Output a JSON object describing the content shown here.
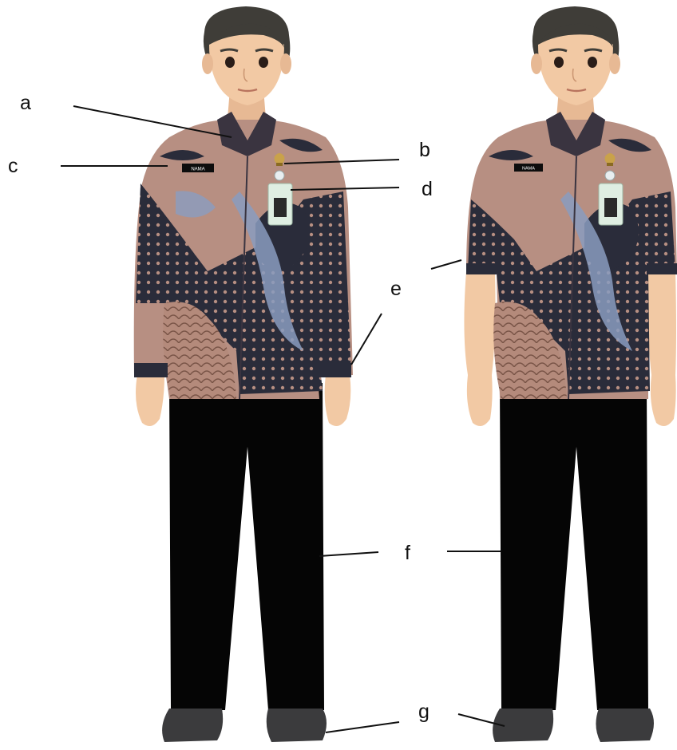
{
  "labels": {
    "a": "a",
    "b": "b",
    "c": "c",
    "d": "d",
    "e": "e",
    "f": "f",
    "g": "g"
  },
  "badge": {
    "name_text": "NAMA"
  },
  "figures": [
    {
      "id": "long-sleeve",
      "sleeve": "long"
    },
    {
      "id": "short-sleeve",
      "sleeve": "short"
    }
  ],
  "colors": {
    "skin": "#f2c9a4",
    "skin_shade": "#dca77e",
    "hair": "#3f3d38",
    "batik_light": "#b78f82",
    "batik_dark": "#2a2c3a",
    "batik_blue": "#8a9cc0",
    "trousers": "#050505",
    "shoes": "#3b3b3d",
    "line": "#111111"
  }
}
